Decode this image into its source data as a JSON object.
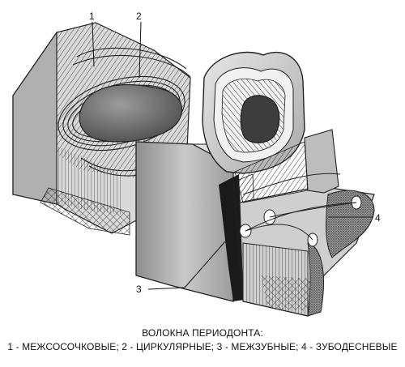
{
  "diagram": {
    "labels": [
      {
        "id": "1",
        "text": "1"
      },
      {
        "id": "2",
        "text": "2"
      },
      {
        "id": "3",
        "text": "3"
      },
      {
        "id": "4",
        "text": "4"
      }
    ]
  },
  "caption": {
    "title": "ВОЛОКНА ПЕРИОДОНТА:",
    "legend": "1 - МЕЖСОСОЧКОВЫЕ; 2 - ЦИРКУЛЯРНЫЕ; 3 - МЕЖЗУБНЫЕ; 4 - ЗУБОДЕСНЕВЫЕ"
  }
}
